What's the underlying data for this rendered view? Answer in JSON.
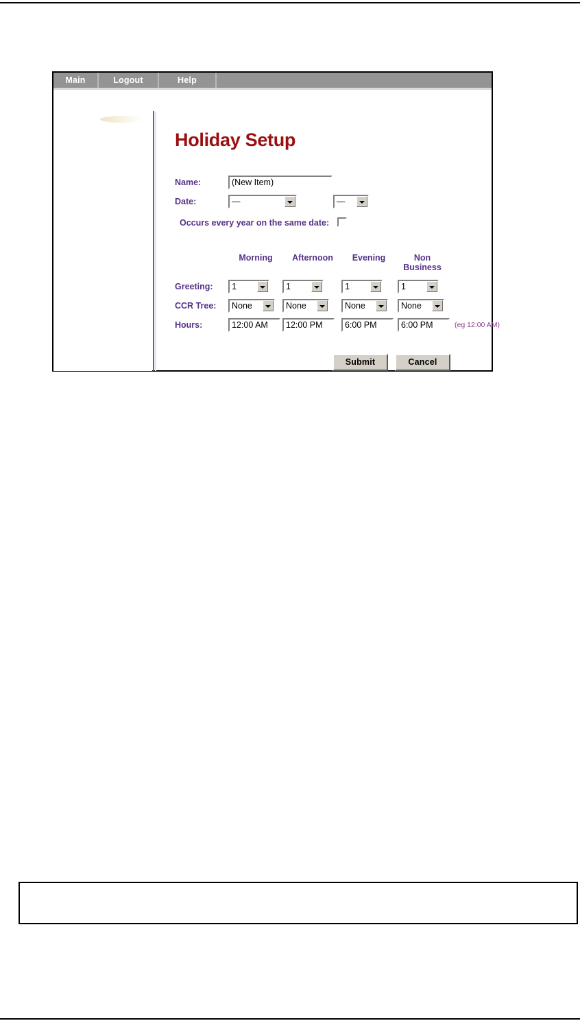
{
  "menubar": {
    "items": [
      {
        "label": "Main"
      },
      {
        "label": "Logout"
      },
      {
        "label": "Help"
      }
    ]
  },
  "page": {
    "title": "Holiday Setup",
    "title_color": "#9a0f10",
    "label_color": "#553388",
    "hint_color": "#8b3a8b",
    "menubar_bg": "#949494"
  },
  "form": {
    "name": {
      "label": "Name:",
      "value": "(New Item)"
    },
    "date": {
      "label": "Date:",
      "month_value": "—",
      "day_value": "—"
    },
    "recurring": {
      "label": "Occurs every year on the same date:",
      "checked": false
    }
  },
  "schedule": {
    "columns": [
      "Morning",
      "Afternoon",
      "Evening",
      "Non Business"
    ],
    "rows": [
      {
        "label": "Greeting:",
        "type": "select",
        "values": [
          "1",
          "1",
          "1",
          "1"
        ]
      },
      {
        "label": "CCR Tree:",
        "type": "select",
        "values": [
          "None",
          "None",
          "None",
          "None"
        ]
      },
      {
        "label": "Hours:",
        "type": "text",
        "values": [
          "12:00 AM",
          "12:00 PM",
          "6:00 PM",
          "6:00 PM"
        ]
      }
    ],
    "hours_hint": "(eg 12:00 AM)"
  },
  "actions": {
    "submit_label": "Submit",
    "cancel_label": "Cancel"
  }
}
